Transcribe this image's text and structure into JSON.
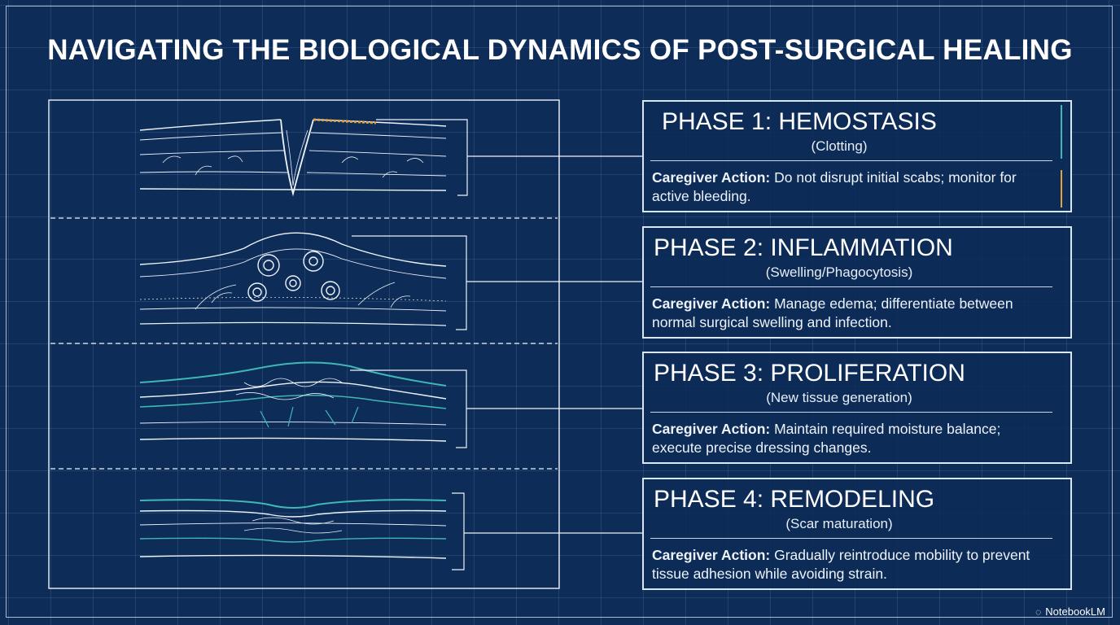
{
  "title": "NAVIGATING THE BIOLOGICAL DYNAMICS OF POST-SURGICAL HEALING",
  "colors": {
    "background": "#0d2c57",
    "line": "#eef3fa",
    "teal_accent": "#3fb7b7",
    "gold_accent": "#e4a33a"
  },
  "phases": [
    {
      "title": "PHASE 1: HEMOSTASIS",
      "subtitle": "(Clotting)",
      "action_label": "Caregiver Action:",
      "action_text": "Do not disrupt initial scabs; monitor for active bleeding."
    },
    {
      "title": "PHASE 2: INFLAMMATION",
      "subtitle": "(Swelling/Phagocytosis)",
      "action_label": "Caregiver Action:",
      "action_text": "Manage edema; differentiate between normal surgical swelling and infection."
    },
    {
      "title": "PHASE 3: PROLIFERATION",
      "subtitle": "(New tissue generation)",
      "action_label": "Caregiver Action:",
      "action_text": "Maintain required moisture balance; execute precise dressing changes."
    },
    {
      "title": "PHASE 4: REMODELING",
      "subtitle": "(Scar maturation)",
      "action_label": "Caregiver Action:",
      "action_text": "Gradually reintroduce mobility to prevent tissue adhesion while avoiding strain."
    }
  ],
  "brand": {
    "icon": "notebooklm-logo-icon",
    "label": "NotebookLM"
  }
}
